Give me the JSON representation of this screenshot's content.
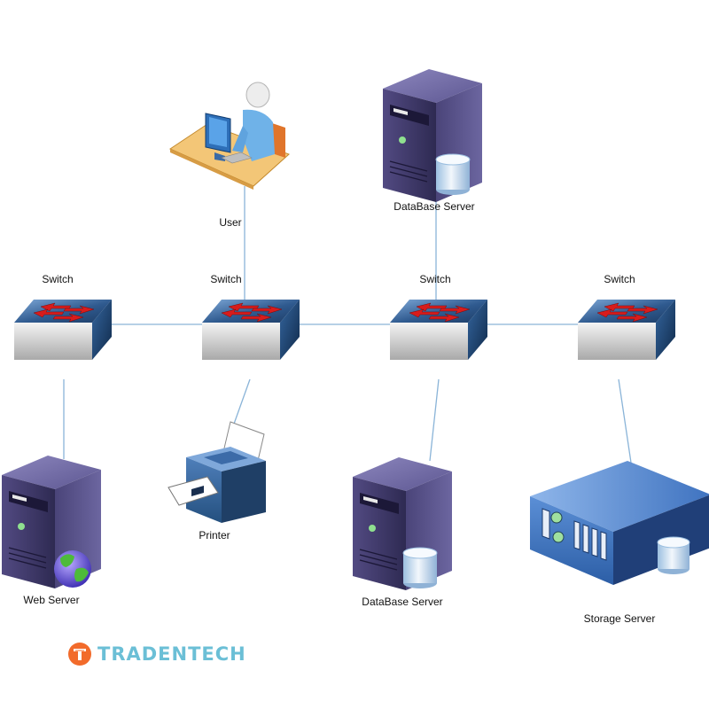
{
  "nodes": {
    "user": "User",
    "db_server_top": "DataBase Server",
    "switch_1": "Switch",
    "switch_2": "Switch",
    "switch_3": "Switch",
    "switch_4": "Switch",
    "web_server": "Web Server",
    "printer": "Printer",
    "db_server_bottom": "DataBase Server",
    "storage_server": "Storage Server"
  },
  "logo": {
    "text": "TRADENTECH"
  },
  "colors": {
    "link": "#8ab4d8",
    "server_purple": "#3d3766",
    "switch_blue": "#2f5a8f",
    "arrow_red": "#d81c1c",
    "logo_orange": "#f26b2b",
    "logo_text": "#6bbfd6"
  }
}
